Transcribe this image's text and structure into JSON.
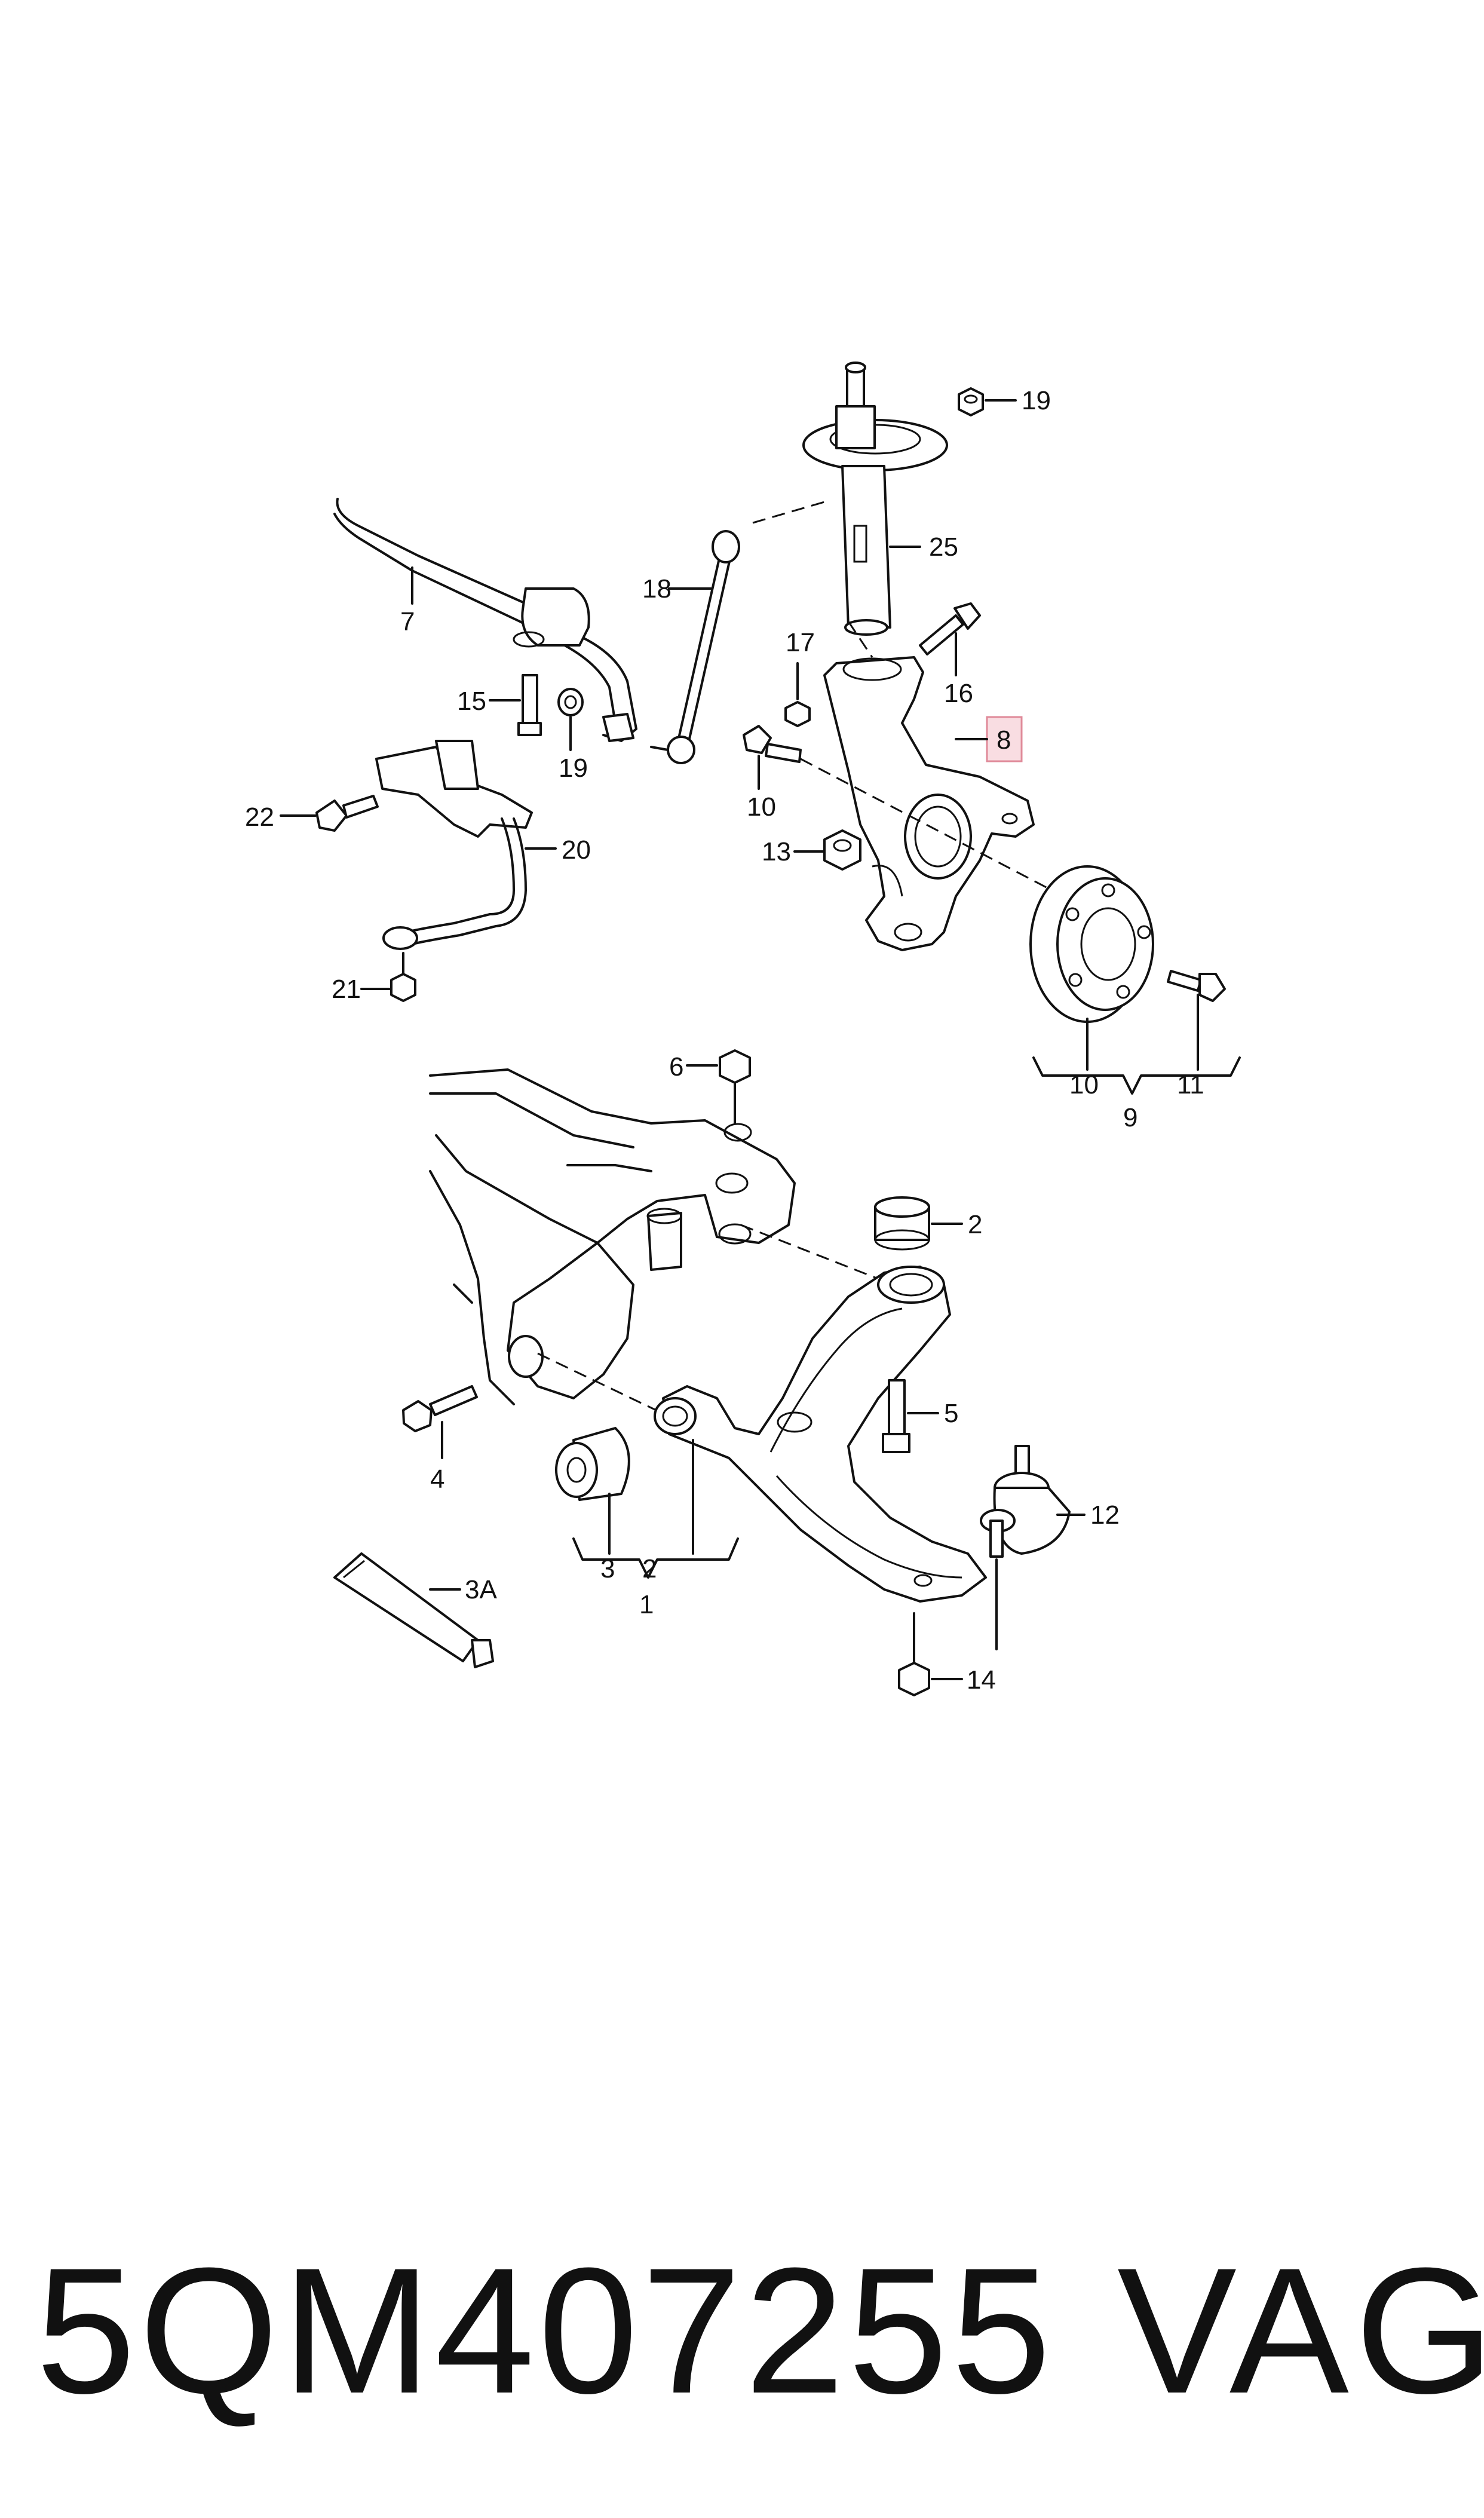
{
  "callouts": {
    "c19a": "19",
    "c25": "25",
    "c18": "18",
    "c7": "7",
    "c17": "17",
    "c16": "16",
    "c8": "8",
    "c15": "15",
    "c19b": "19",
    "c10a": "10",
    "c22": "22",
    "c20": "20",
    "c13": "13",
    "c21": "21",
    "c10b": "10",
    "c11": "11",
    "c9": "9",
    "c6": "6",
    "c2a": "2",
    "c5": "5",
    "c4": "4",
    "c12": "12",
    "c3": "3",
    "c2b": "2",
    "c1": "1",
    "c3A": "3A",
    "c14": "14"
  },
  "highlighted_callout": "8",
  "highlight_color": "#f9dde2",
  "footer": {
    "part_number": "5QM407255",
    "brand": "VAG"
  }
}
